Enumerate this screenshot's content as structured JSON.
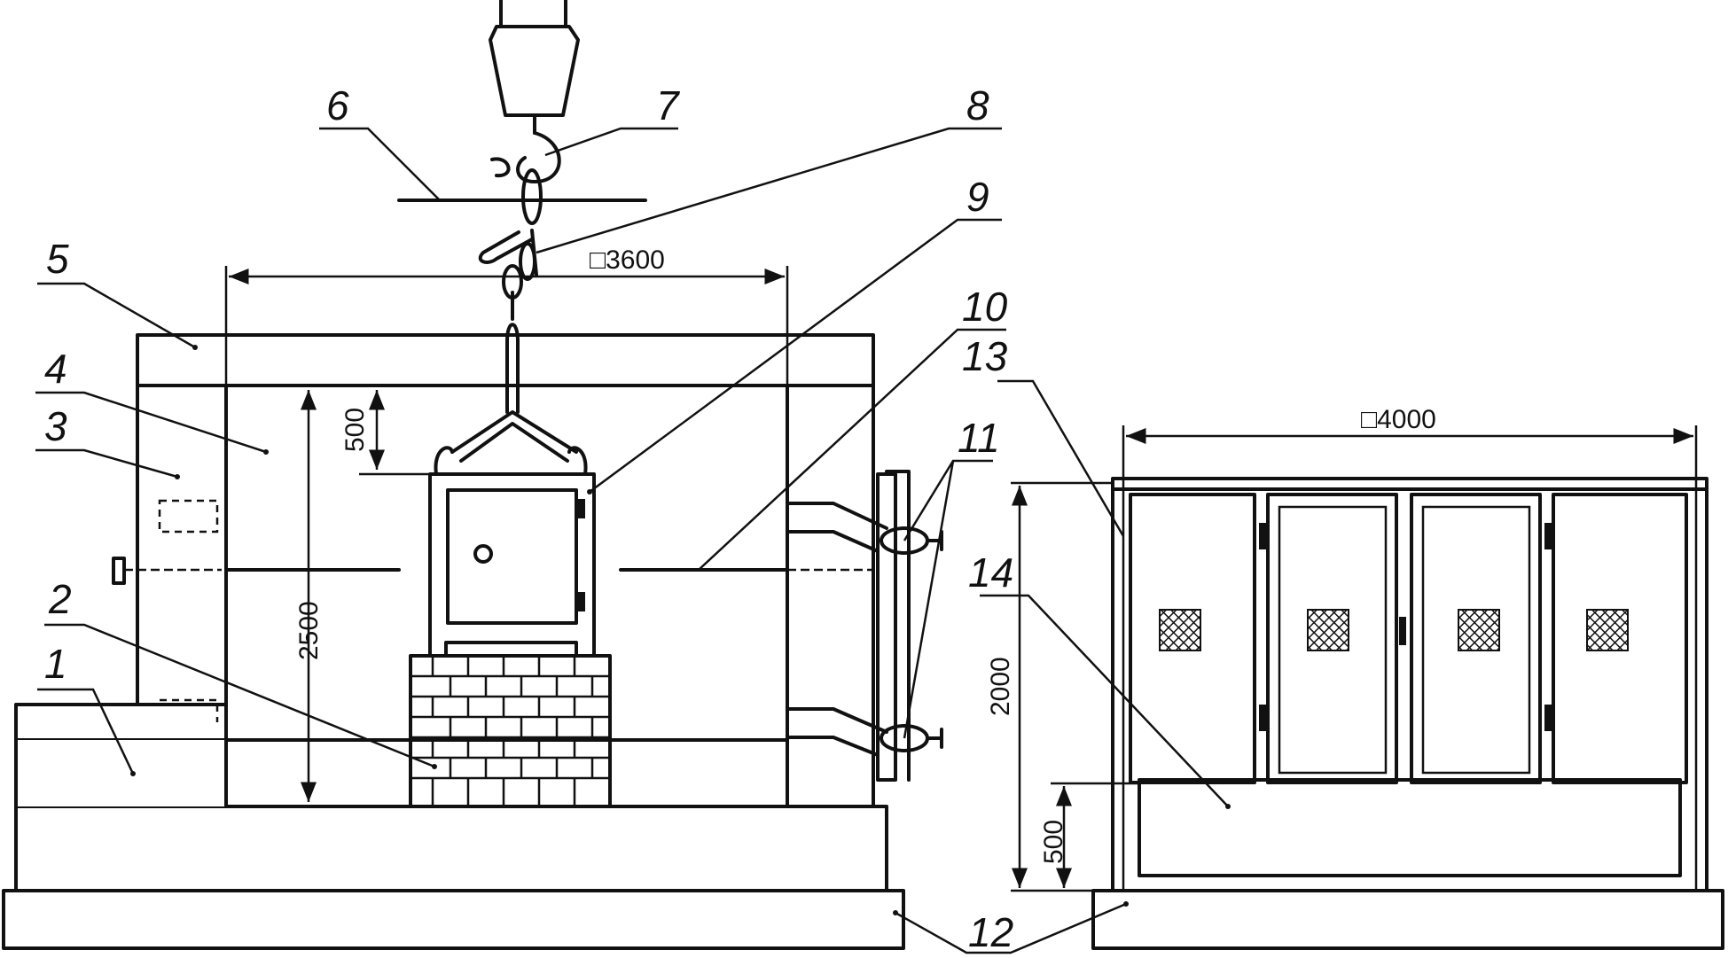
{
  "callouts": [
    "1",
    "2",
    "3",
    "4",
    "5",
    "6",
    "7",
    "8",
    "9",
    "10",
    "11",
    "13",
    "14",
    "12"
  ],
  "dimensions": {
    "chamber_width": "□3600",
    "chamber_height": "2500",
    "roof_gap": "500",
    "cabinet_width": "□4000",
    "cabinet_height": "2000",
    "cabinet_base": "500"
  }
}
